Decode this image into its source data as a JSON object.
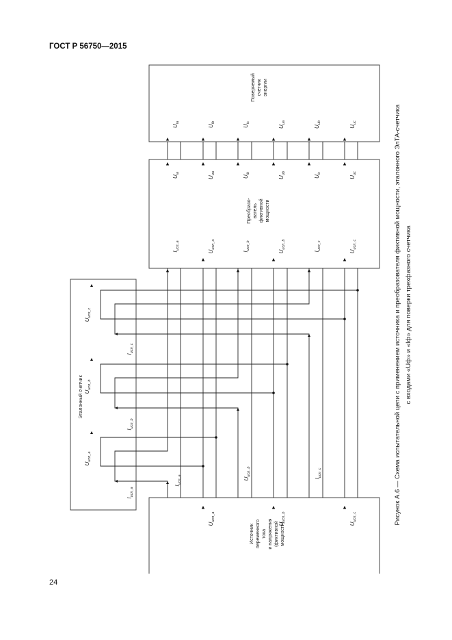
{
  "header": {
    "standard": "ГОСТ Р 56750—2015"
  },
  "page_number": "24",
  "diagram": {
    "meter_under_test": {
      "title_lines": [
        "Поверяемый",
        "счетчик",
        "энергии"
      ],
      "inputs": [
        {
          "main": "U",
          "sub": "ia"
        },
        {
          "main": "U",
          "sub": "ib"
        },
        {
          "main": "U",
          "sub": "ic"
        },
        {
          "main": "U",
          "sub": "ua"
        },
        {
          "main": "U",
          "sub": "ub"
        },
        {
          "main": "U",
          "sub": "uc"
        }
      ]
    },
    "converter": {
      "title_lines": [
        "Преобразо-",
        "ватель",
        "фиктивной",
        "мощности"
      ],
      "outputs": [
        {
          "main": "U",
          "sub": "ia"
        },
        {
          "main": "U",
          "sub": "ua"
        },
        {
          "main": "U",
          "sub": "ib"
        },
        {
          "main": "U",
          "sub": "ub"
        },
        {
          "main": "U",
          "sub": "ic"
        },
        {
          "main": "U",
          "sub": "uc"
        }
      ],
      "inputs": [
        {
          "main": "I",
          "sub": "исп_a"
        },
        {
          "main": "U",
          "sub": "исп_a"
        },
        {
          "main": "I",
          "sub": "исп_b"
        },
        {
          "main": "U",
          "sub": "исп_b"
        },
        {
          "main": "I",
          "sub": "исп_c"
        },
        {
          "main": "U",
          "sub": "исп_c"
        }
      ]
    },
    "reference_meter": {
      "title": "Эталонный счетчик",
      "labels": [
        {
          "main": "U",
          "sub": "исп_c"
        },
        {
          "main": "I",
          "sub": "исп_c"
        },
        {
          "main": "U",
          "sub": "исп_b"
        },
        {
          "main": "I",
          "sub": "исп_b"
        },
        {
          "main": "U",
          "sub": "исп_a"
        },
        {
          "main": "I",
          "sub": "исп_a"
        }
      ]
    },
    "wire_labels": [
      {
        "main": "I",
        "sub": "исп_a"
      },
      {
        "main": "U",
        "sub": "исп_b"
      },
      {
        "main": "I",
        "sub": "исп_c"
      }
    ],
    "source": {
      "title_lines": [
        "Источник",
        "переменного",
        "тока",
        "и напряжения",
        "(фиктивной",
        "мощности)"
      ],
      "outputs": [
        {
          "main": "U",
          "sub": "исп_a"
        },
        {
          "main": "U",
          "sub": "исп_b"
        },
        {
          "main": "U",
          "sub": "исп_c"
        }
      ]
    }
  },
  "caption": {
    "line1": "Рисунок А.6 — Схема испытательной цепи с применением источника и преобразователя фиктивной мощности, эталонного ЭлТА-счетчика",
    "line2": "с входами «Uф» и «Iф» для поверки трехфазного счетчика"
  }
}
